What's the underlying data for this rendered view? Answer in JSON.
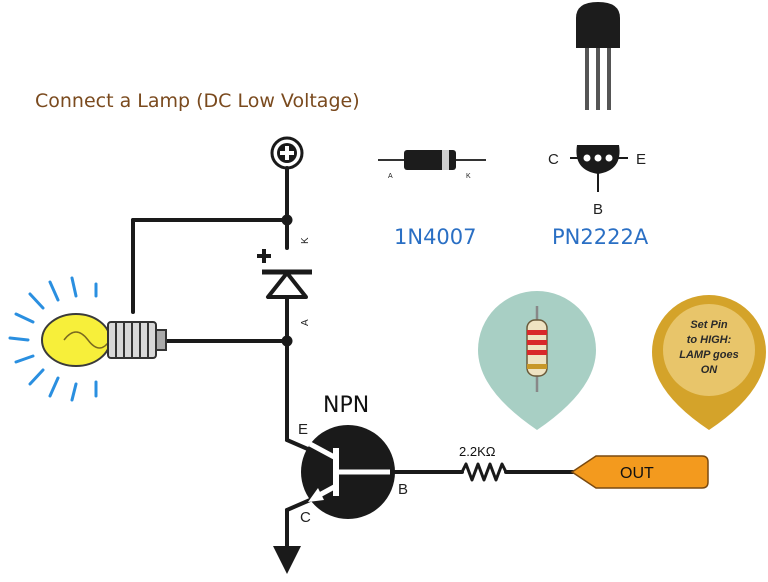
{
  "title": "Connect a Lamp (DC Low Voltage)",
  "parts": {
    "diode_name": "1N4007",
    "diode_pin_a": "A",
    "diode_pin_k": "K",
    "transistor_name": "PN2222A",
    "transistor_pin_c": "C",
    "transistor_pin_e": "E",
    "transistor_pin_b": "B"
  },
  "circuit": {
    "diode_k_label": "K",
    "diode_a_label": "A",
    "transistor_type": "NPN",
    "pin_e": "E",
    "pin_b": "B",
    "pin_c": "C",
    "resistor_value": "2.2KΩ",
    "output_label": "OUT"
  },
  "callout": {
    "note_lines": [
      "Set Pin",
      "to HIGH:",
      "LAMP goes",
      "ON"
    ]
  },
  "colors": {
    "title": "#7a4a1e",
    "part_label": "#2a6fc4",
    "output_tag": "#f39a1e",
    "callout_gold": "#d4a32a",
    "callout_teal": "#a8cfc4",
    "lamp_glow": "#2a8fe0",
    "lamp_bulb": "#f7ef3a"
  }
}
